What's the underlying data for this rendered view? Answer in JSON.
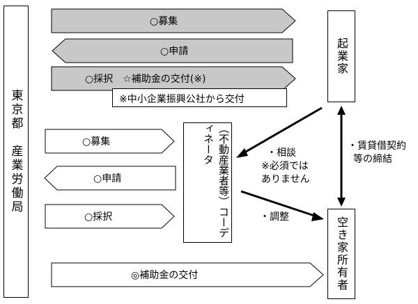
{
  "left_box": {
    "text": "東京都　産業労働局"
  },
  "entrepreneur": {
    "text": "起業家"
  },
  "owner": {
    "text": "空き家所有者"
  },
  "coordinator": {
    "text": "（不動産業者等）コーディネータ"
  },
  "top_arrows": [
    {
      "label": "○募集",
      "direction": "right"
    },
    {
      "label": "○申請",
      "direction": "left"
    },
    {
      "label": "○採択　☆補助金の交付(※)",
      "direction": "right"
    }
  ],
  "top_note": "※中小企業振興公社から交付",
  "mid_arrows": [
    {
      "label": "○募集",
      "direction": "right"
    },
    {
      "label": "○申請",
      "direction": "left"
    },
    {
      "label": "○採択",
      "direction": "right"
    }
  ],
  "bottom_arrow": {
    "label": "◎補助金の交付",
    "direction": "right"
  },
  "consult_note": [
    "・相談",
    "※必須では",
    "ありません"
  ],
  "adjust_note": "・調整",
  "lease_note": [
    "・賃貸借契約",
    "等の締結"
  ],
  "colors": {
    "gray_fill": "#c8c8c8",
    "white_fill": "#ffffff",
    "stroke": "#000000"
  }
}
